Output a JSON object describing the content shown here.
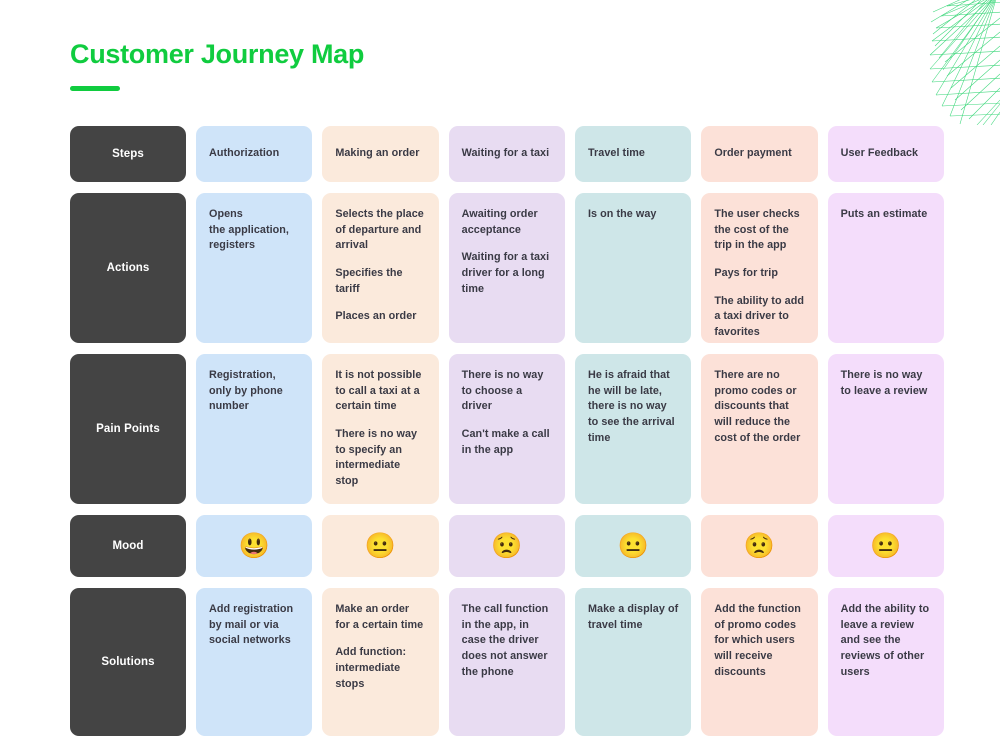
{
  "page": {
    "title": "Customer Journey Map",
    "accent_color": "#10cc3f",
    "label_color": "#444444",
    "text_color": "#3a3a45",
    "background": "#ffffff"
  },
  "decor": {
    "name": "radial-line-burst",
    "colors": [
      "#4ee8d0",
      "#2fd36a",
      "#18c24a"
    ]
  },
  "columns": [
    {
      "label": "Authorization",
      "color": "#cfe4f9"
    },
    {
      "label": "Making an order",
      "color": "#fbeadc"
    },
    {
      "label": "Waiting for a taxi",
      "color": "#e8dcf2"
    },
    {
      "label": "Travel time",
      "color": "#cee6e8"
    },
    {
      "label": "Order payment",
      "color": "#fce1d8"
    },
    {
      "label": "User Feedback",
      "color": "#f4ddfb"
    }
  ],
  "rows": [
    {
      "label": "Steps"
    },
    {
      "label": "Actions"
    },
    {
      "label": "Pain Points"
    },
    {
      "label": "Mood"
    },
    {
      "label": "Solutions"
    }
  ],
  "actions": [
    [
      "Opens\nthe application,\nregisters"
    ],
    [
      "Selects the place of departure and arrival",
      "Specifies the tariff",
      "Places an order"
    ],
    [
      "Awaiting order acceptance",
      "Waiting for a taxi driver for a long time"
    ],
    [
      "Is on the way"
    ],
    [
      "The user checks the cost of the trip in the app",
      "Pays for trip",
      "The ability to add a taxi driver to favorites"
    ],
    [
      "Puts an estimate"
    ]
  ],
  "pain_points": [
    [
      "Registration, only by phone number"
    ],
    [
      "It is not possible to call a taxi at a certain time",
      "There is no way to specify an intermediate stop"
    ],
    [
      "There is no way to choose a driver",
      "Can't make a call in the app"
    ],
    [
      "He is afraid that he will be late, there is no way to see the arrival time"
    ],
    [
      "There are no promo codes or discounts that will reduce the cost of the order"
    ],
    [
      "There is no way to leave a review"
    ]
  ],
  "mood": [
    {
      "emoji": "😃",
      "name": "grinning-face"
    },
    {
      "emoji": "😐",
      "name": "neutral-face"
    },
    {
      "emoji": "😟",
      "name": "worried-face"
    },
    {
      "emoji": "😐",
      "name": "neutral-face"
    },
    {
      "emoji": "😟",
      "name": "worried-face"
    },
    {
      "emoji": "😐",
      "name": "neutral-face"
    }
  ],
  "solutions": [
    [
      "Add registration by mail or via social networks"
    ],
    [
      "Make an order for a certain time",
      "Add function: intermediate stops"
    ],
    [
      "The call function in the app, in case the driver does not answer the phone"
    ],
    [
      "Make a display of travel time"
    ],
    [
      "Add the function of promo codes for which users will receive discounts"
    ],
    [
      "Add the ability to leave a review and see the reviews of other users"
    ]
  ]
}
